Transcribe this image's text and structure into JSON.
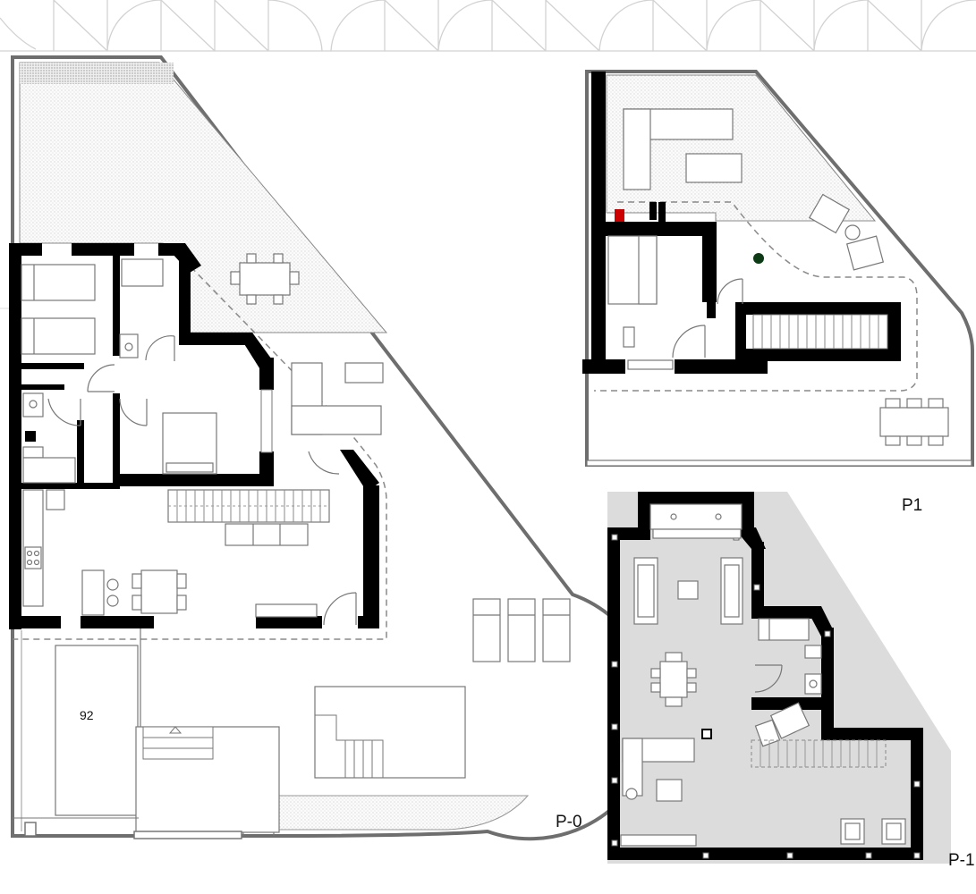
{
  "labels": {
    "floor_ground": "P-0",
    "floor_upper": "P1",
    "floor_basement": "P-1",
    "parking_number": "92"
  },
  "colors": {
    "wall": "#000000",
    "outline": "#6e6e6e",
    "furniture_stroke": "#777777",
    "basement_fill": "#dcdcdc",
    "terrace_dots": "#b8b8b8"
  },
  "icons": {
    "door_swing": "door-arc-icon",
    "stairs": "stairs-icon"
  }
}
